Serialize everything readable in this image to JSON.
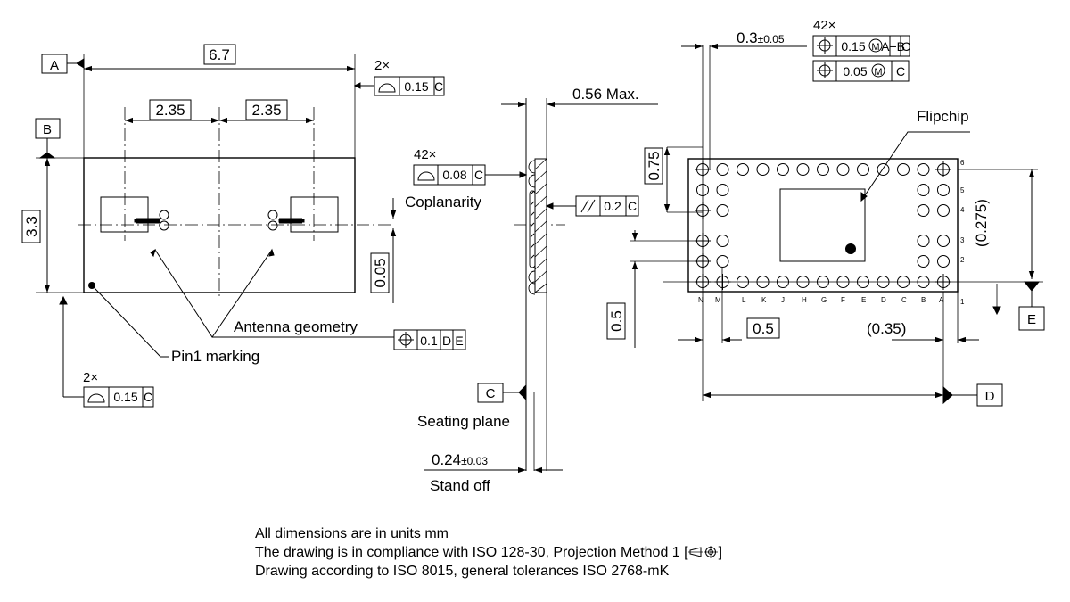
{
  "left_view": {
    "width_dim": "6.7",
    "pitch_left": "2.35",
    "pitch_right": "2.35",
    "height_dim": "3.3",
    "offset_dim": "0.05",
    "datum_a": "A",
    "datum_b": "B",
    "profile_top": {
      "count": "2×",
      "value": "0.15",
      "datum": "C"
    },
    "profile_bottom": {
      "count": "2×",
      "value": "0.15",
      "datum": "C"
    },
    "antenna_label": "Antenna geometry",
    "position_tol": {
      "value": "0.1",
      "datum1": "D",
      "datum2": "E"
    },
    "pin1_label": "Pin1 marking"
  },
  "side_view": {
    "max_height": "0.56 Max.",
    "coplanarity_count": "42×",
    "coplanarity_value": "0.08",
    "coplanarity_datum": "C",
    "coplanarity_label": "Coplanarity",
    "parallel_value": "0.2",
    "parallel_datum": "C",
    "seating_datum": "C",
    "seating_label": "Seating plane",
    "standoff_value": "0.24",
    "standoff_tol": "±0.03",
    "standoff_label": "Stand off"
  },
  "right_view": {
    "ball_dia": "0.3",
    "ball_dia_tol": "±0.05",
    "count": "42×",
    "fcf1": {
      "value": "0.15",
      "mod": "M",
      "datum": "A−B",
      "datum2": "C"
    },
    "fcf2": {
      "value": "0.05",
      "mod": "M",
      "datum": "C"
    },
    "flipchip_label": "Flipchip",
    "dim_075": "0.75",
    "dim_0275": "(0.275)",
    "dim_05_v": "0.5",
    "dim_05_h": "0.5",
    "dim_035": "(0.35)",
    "datum_e": "E",
    "datum_d": "D",
    "col_labels": [
      "N",
      "M",
      "L",
      "K",
      "J",
      "H",
      "G",
      "F",
      "E",
      "D",
      "C",
      "B",
      "A"
    ],
    "row_labels": [
      "6",
      "5",
      "4",
      "3",
      "2",
      "1"
    ]
  },
  "notes": {
    "line1": "All dimensions are in units mm",
    "line2": "The drawing is in compliance with ISO 128-30, Projection Method 1 [",
    "line2_end": "]",
    "line3": "Drawing according to ISO 8015, general tolerances ISO 2768-mK"
  }
}
